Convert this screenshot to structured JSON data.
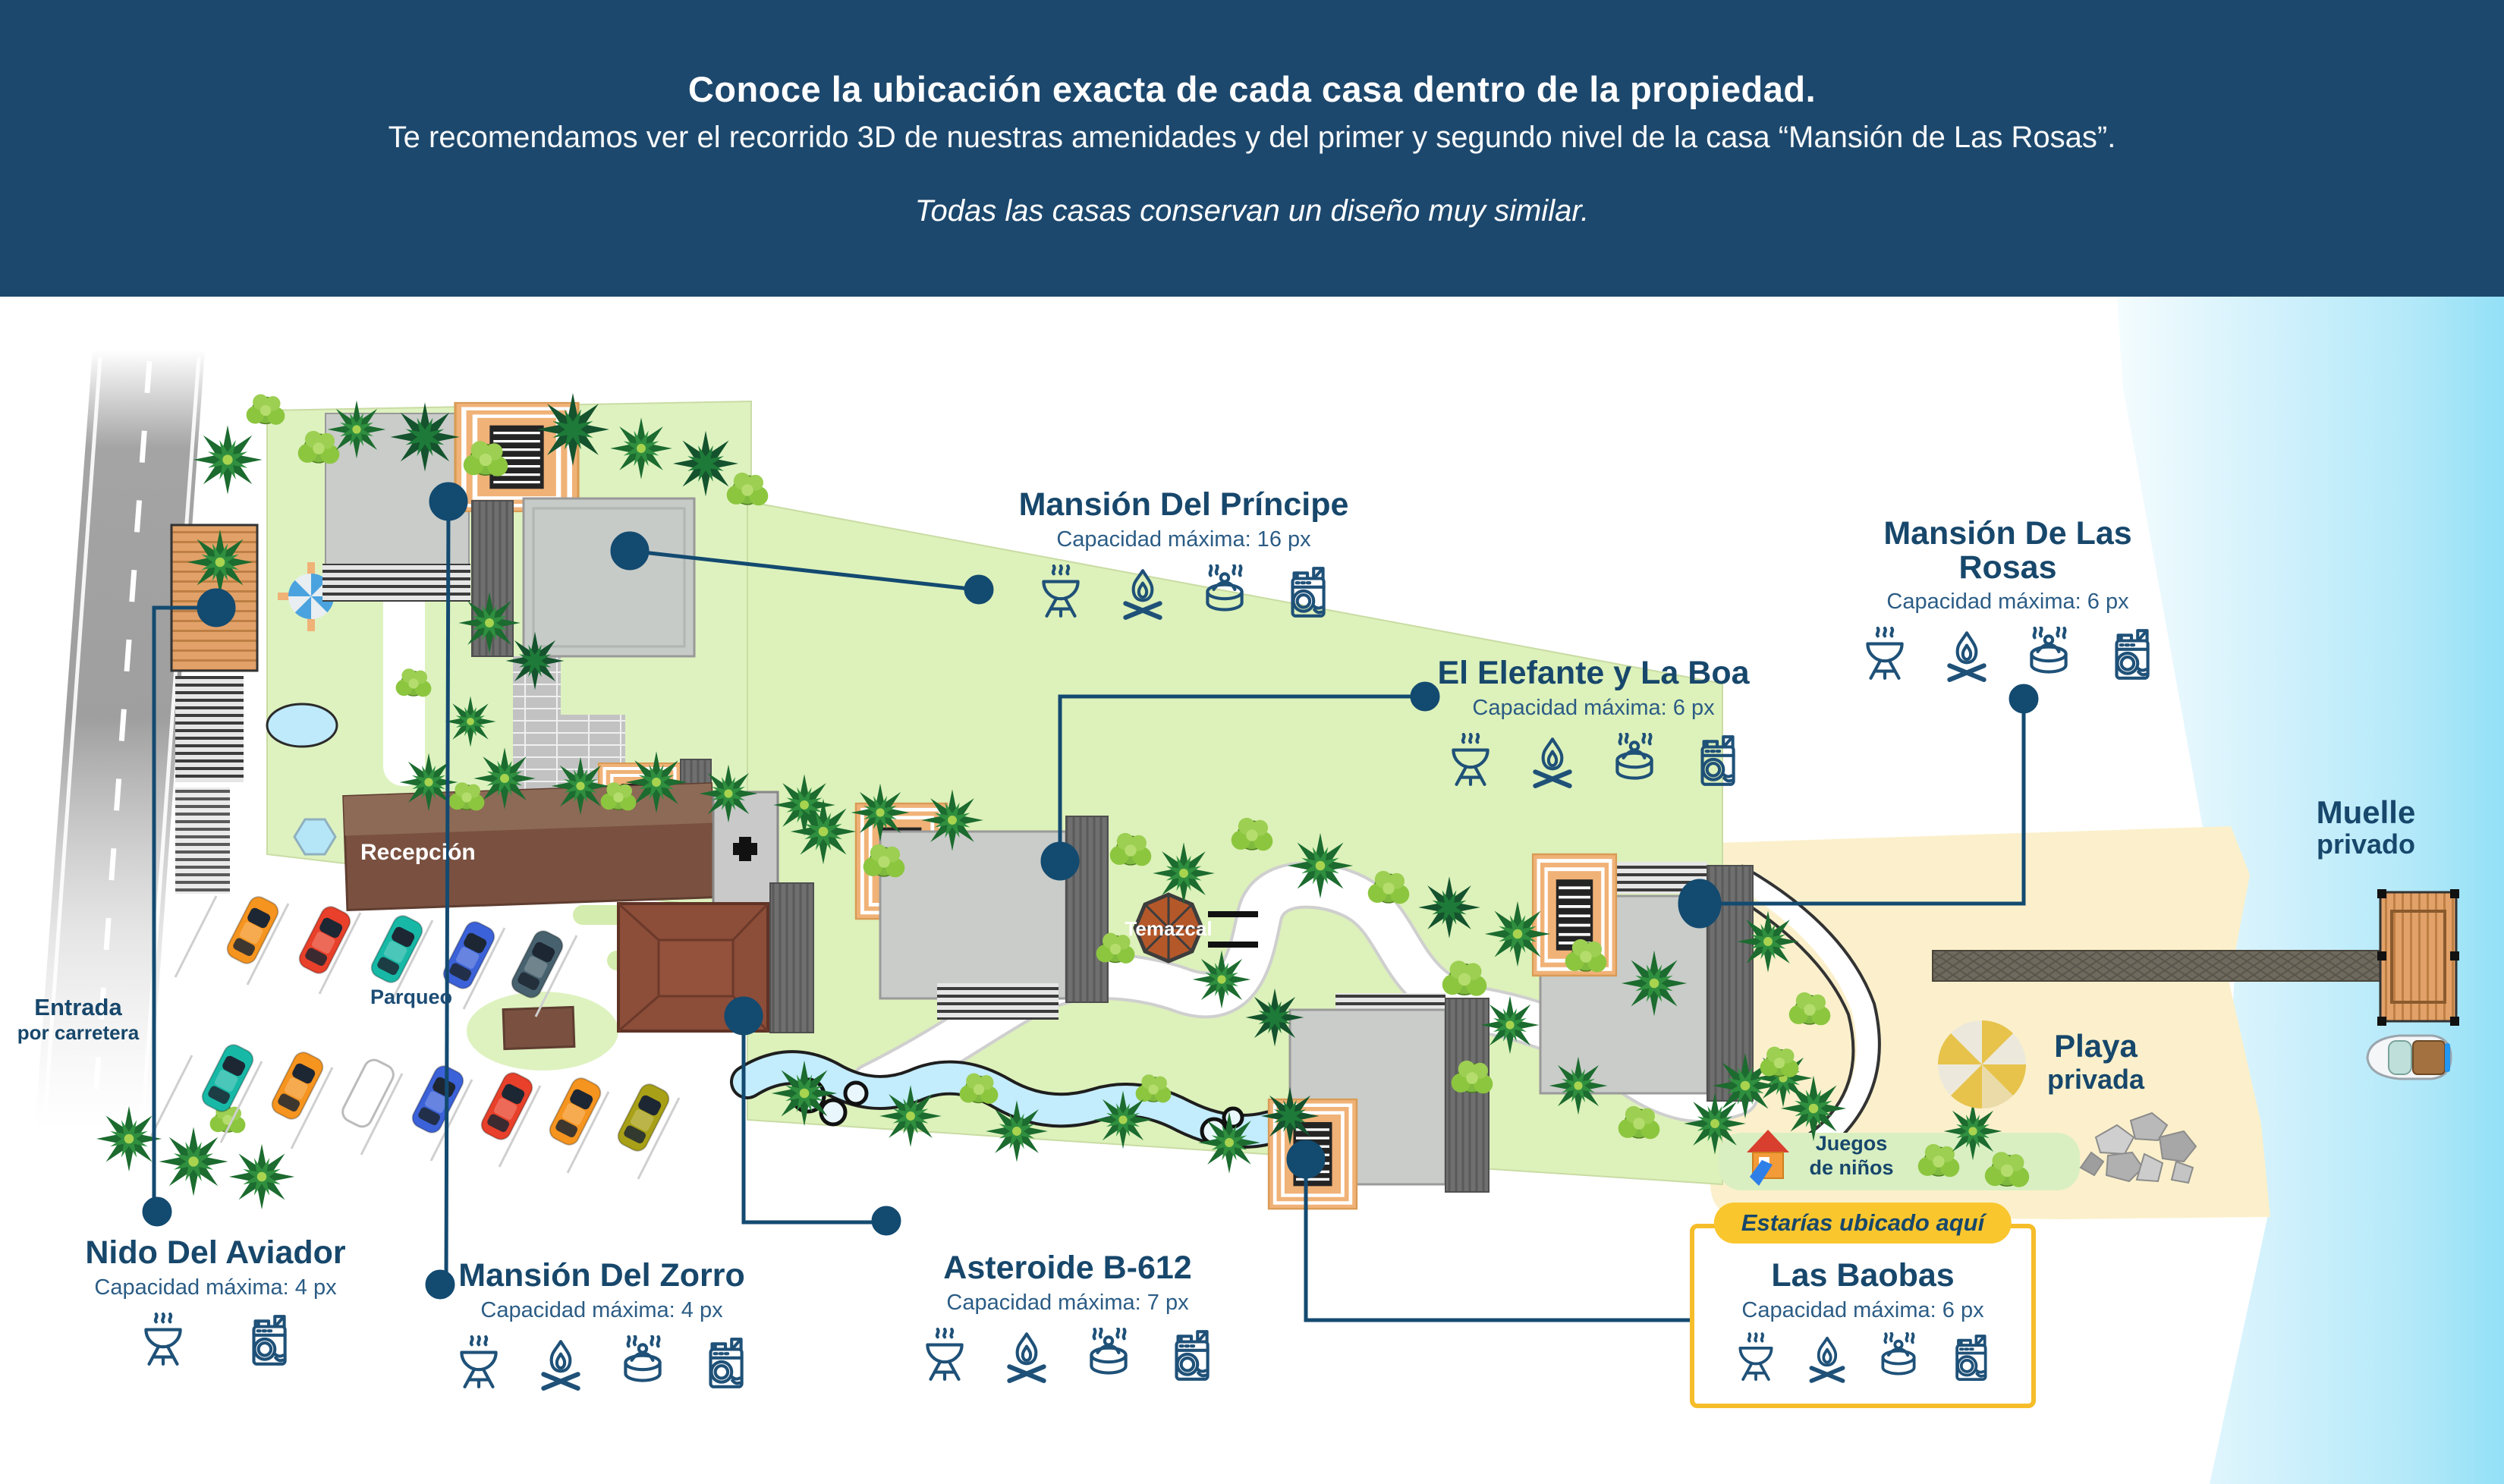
{
  "header": {
    "line1": "Conoce la ubicación exacta de cada casa dentro de la propiedad.",
    "line2": "Te recomendamos ver el recorrido 3D de nuestras amenidades y del primer y segundo nivel de la casa “Mansión de Las Rosas”.",
    "line3": "Todas las casas conservan un diseño muy similar."
  },
  "colors": {
    "header_bg": "#1d486d",
    "label_navy": "#17476b",
    "icon_navy": "#1f5178",
    "connector_navy": "#134a70",
    "highlight_yellow": "#f6bd2b",
    "lawn_green": "#def2c0",
    "sand": "#fbf0cb",
    "ocean": "#aee7f8"
  },
  "houses": [
    {
      "id": "principe",
      "name": "Mansión Del Príncipe",
      "capacity": "Capacidad máxima: 16 px",
      "amenities": [
        "bbq-grill",
        "campfire",
        "hot-tub",
        "laundry"
      ]
    },
    {
      "id": "rosas",
      "name": "Mansión De Las Rosas",
      "capacity": "Capacidad máxima: 6 px",
      "amenities": [
        "bbq-grill",
        "campfire",
        "hot-tub",
        "laundry"
      ]
    },
    {
      "id": "elefante",
      "name": "El Elefante y La Boa",
      "capacity": "Capacidad máxima: 6 px",
      "amenities": [
        "bbq-grill",
        "campfire",
        "hot-tub",
        "laundry"
      ]
    },
    {
      "id": "aviador",
      "name": "Nido Del Aviador",
      "capacity": "Capacidad máxima: 4 px",
      "amenities": [
        "bbq-grill",
        "laundry"
      ]
    },
    {
      "id": "zorro",
      "name": "Mansión Del Zorro",
      "capacity": "Capacidad máxima: 4 px",
      "amenities": [
        "bbq-grill",
        "campfire",
        "hot-tub",
        "laundry"
      ]
    },
    {
      "id": "asteroide",
      "name": "Asteroide B-612",
      "capacity": "Capacidad máxima: 7 px",
      "amenities": [
        "bbq-grill",
        "campfire",
        "hot-tub",
        "laundry"
      ]
    },
    {
      "id": "baobas",
      "name": "Las Baobas",
      "capacity": "Capacidad máxima: 6 px",
      "amenities": [
        "bbq-grill",
        "campfire",
        "hot-tub",
        "laundry"
      ],
      "highlight_label": "Estarías ubicado aquí"
    }
  ],
  "map_labels": {
    "entrance_line1": "Entrada",
    "entrance_line2": "por carretera",
    "parking": "Parqueo",
    "reception": "Recepción",
    "temazcal": "Temazcal",
    "playground_line1": "Juegos",
    "playground_line2": "de niños",
    "beach_line1": "Playa",
    "beach_line2": "privada",
    "dock_line1": "Muelle",
    "dock_line2": "privado"
  }
}
